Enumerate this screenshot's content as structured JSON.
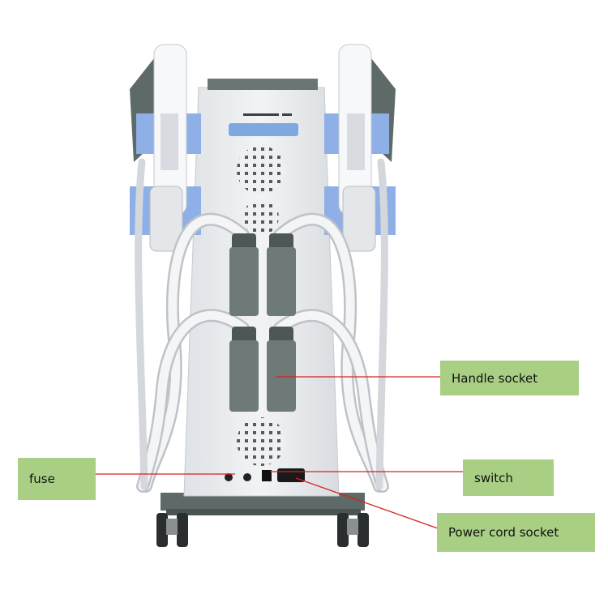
{
  "labels": {
    "handle_socket": "Handle socket",
    "fuse": "fuse",
    "switch": "switch",
    "power_cord_socket": "Power cord socket"
  },
  "colors": {
    "callout_bg": "#a9cf84",
    "leader_line": "#d62020",
    "panel_accent": "#7fa7e0",
    "body_panel": "#e9ebee",
    "handle_grey": "#6e7a78",
    "hose": "#f0f1f3"
  },
  "machine": {
    "handle_sockets_count": 4,
    "vent_grilles_count": 3
  }
}
